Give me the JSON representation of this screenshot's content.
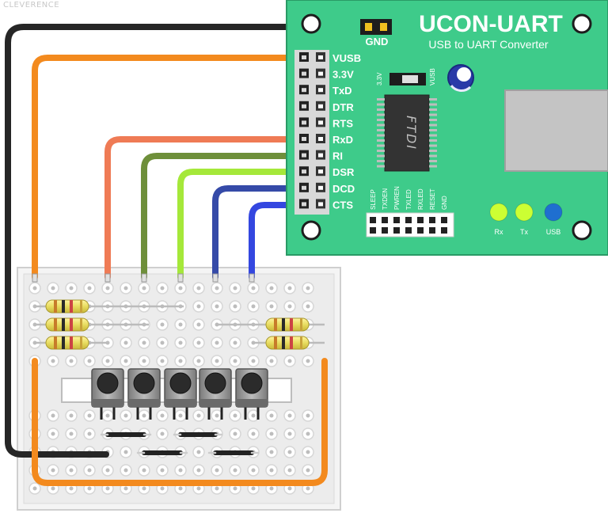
{
  "watermark": "CLEVERENCE",
  "board": {
    "title": "UCON-UART",
    "subtitle": "USB to UART Converter",
    "gnd_label": "GND",
    "chip_label": "FTDI",
    "jumper_left": "3.3V",
    "jumper_right": "VUSB",
    "pins": [
      "VUSB",
      "3.3V",
      "TxD",
      "DTR",
      "RTS",
      "RxD",
      "RI",
      "DSR",
      "DCD",
      "CTS"
    ],
    "aux_pins": [
      "SLEEP",
      "TXDEN",
      "PWREN",
      "TXLED",
      "RXLED",
      "RESET",
      "GND"
    ],
    "leds": [
      {
        "label": "Rx",
        "color": "#ccff33"
      },
      {
        "label": "Tx",
        "color": "#ccff33"
      },
      {
        "label": "USB",
        "color": "#1f6fd0"
      }
    ],
    "colors": {
      "board": "#3ecb8a",
      "edge": "#2a9a66"
    }
  },
  "wires": [
    {
      "name": "gnd",
      "color": "#262626"
    },
    {
      "name": "vusb",
      "color": "#f38a1e"
    },
    {
      "name": "rxd",
      "color": "#ef7b55"
    },
    {
      "name": "ri",
      "color": "#6e8f3a"
    },
    {
      "name": "dsr",
      "color": "#a5e83a"
    },
    {
      "name": "dcd",
      "color": "#354aa8"
    },
    {
      "name": "cts",
      "color": "#3447e0"
    }
  ],
  "breadboard": {
    "buttons": 5,
    "resistors": 5
  }
}
